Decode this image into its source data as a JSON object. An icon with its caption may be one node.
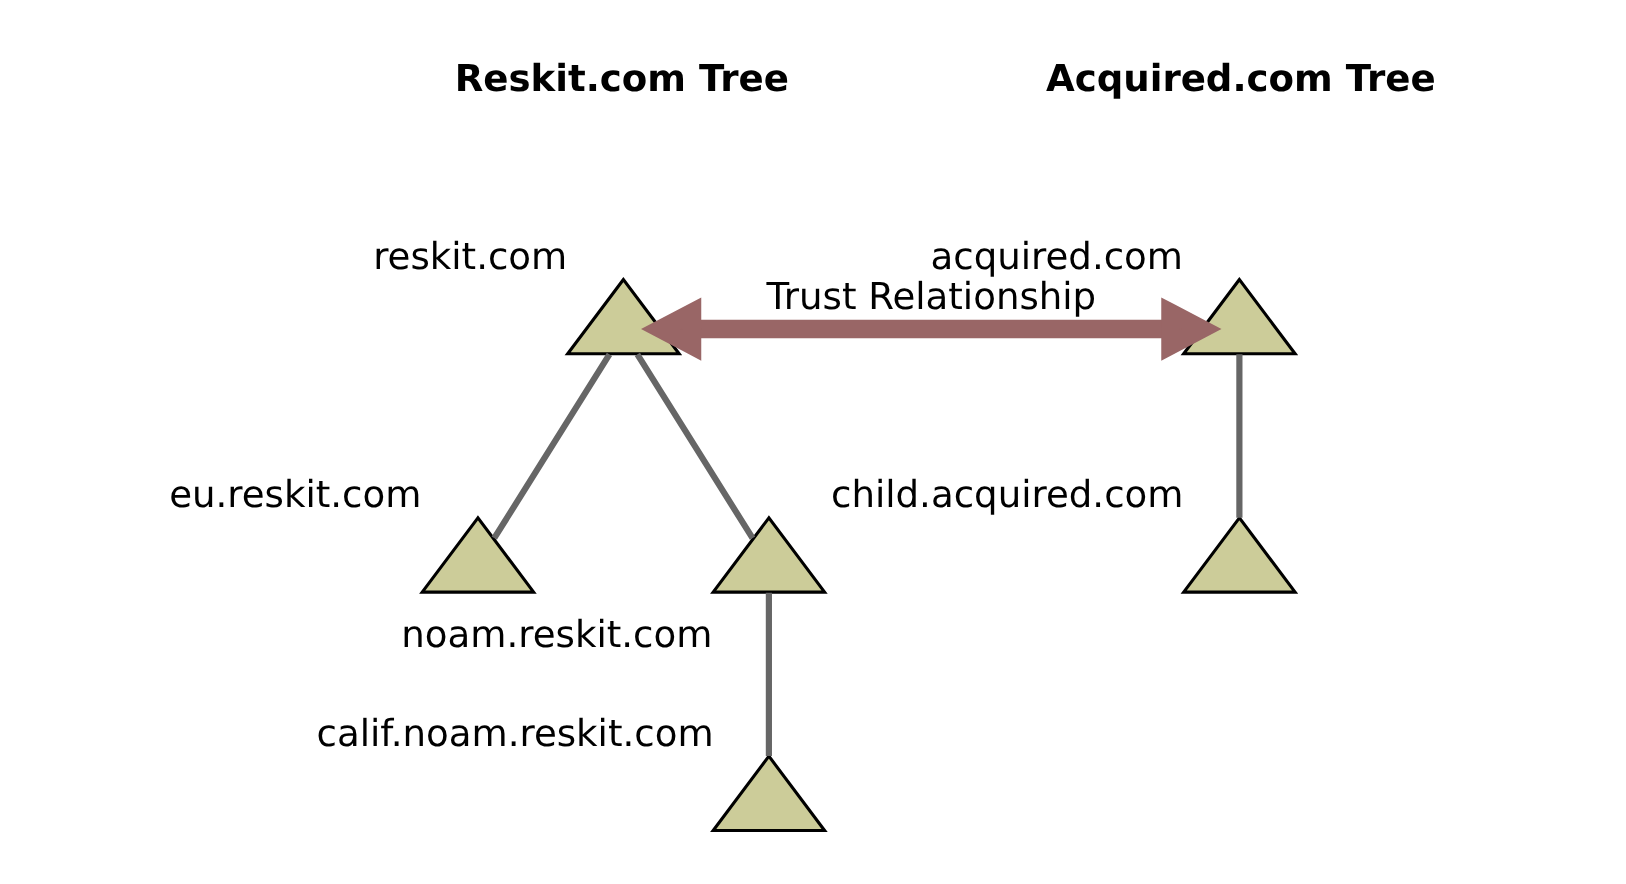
{
  "diagram": {
    "nodes": [
      {
        "text": [],
        "shape": "triangle",
        "beside": [
          "reskit.com"
        ]
      },
      {
        "text": [],
        "shape": "triangle",
        "beside": [
          "acquired.com"
        ]
      },
      {
        "text": [],
        "shape": "triangle",
        "beside": [
          "eu.reskit.com"
        ]
      },
      {
        "text": [],
        "shape": "triangle",
        "beside": [
          "noam.reskit.com"
        ]
      },
      {
        "text": [],
        "shape": "triangle",
        "beside": [
          "child.acquired.com"
        ]
      },
      {
        "text": [],
        "shape": "triangle",
        "beside": [
          "calif.noam.reskit.com"
        ]
      }
    ],
    "edges": [
      {
        "from": 0,
        "to": 1,
        "arrow": "both",
        "label": "Trust Relationship",
        "style": "thick",
        "color": "#996666"
      },
      {
        "from": 0,
        "to": 2,
        "arrow": "none"
      },
      {
        "from": 0,
        "to": 3,
        "arrow": "none"
      },
      {
        "from": 1,
        "to": 4,
        "arrow": "none"
      },
      {
        "from": 3,
        "to": 5,
        "arrow": "none"
      }
    ],
    "labels": [
      "Reskit.com Tree",
      "Acquired.com Tree"
    ]
  }
}
